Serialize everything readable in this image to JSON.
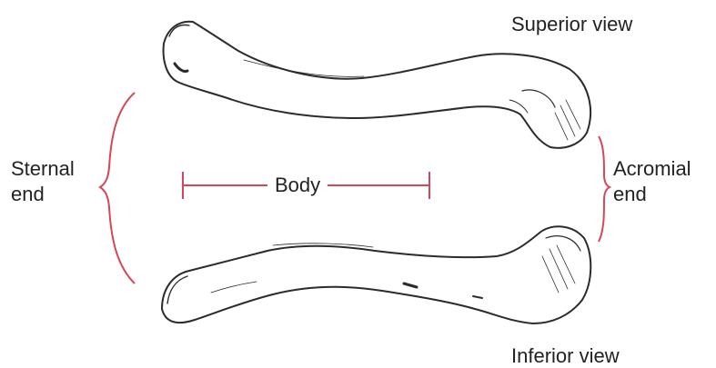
{
  "labels": {
    "superior_view": "Superior view",
    "inferior_view": "Inferior view",
    "sternal_end_line1": "Sternal",
    "sternal_end_line2": "end",
    "acromial_end_line1": "Acromial",
    "acromial_end_line2": "end",
    "body": "Body"
  },
  "colors": {
    "annotation": "#d6465a",
    "bone_outline": "#2b2b2b",
    "bone_fill": "#ffffff",
    "text": "#222222"
  },
  "icons": {
    "superior_bone": "clavicle-superior-view-illustration",
    "inferior_bone": "clavicle-inferior-view-illustration"
  }
}
